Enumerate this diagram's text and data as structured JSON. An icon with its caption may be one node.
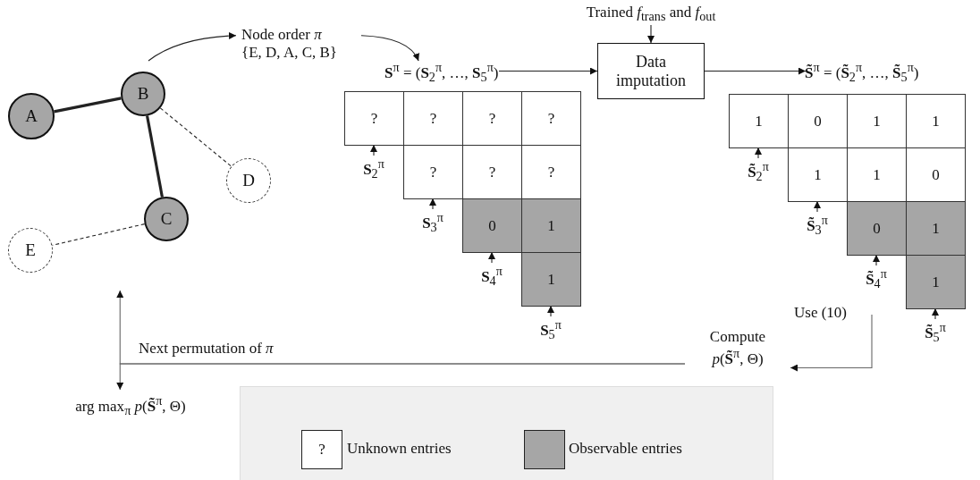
{
  "diagram": {
    "nodes": [
      {
        "text": [
          "A"
        ]
      },
      {
        "text": [
          "B"
        ]
      },
      {
        "text": [
          "C"
        ]
      },
      {
        "text": [
          "D"
        ]
      },
      {
        "text": [
          "E"
        ]
      },
      {
        "text": [
          "Node order *π* {E, D, A, C, B}"
        ]
      },
      {
        "text": [
          "**S**$^{π}$ = (**S**$_{2}$$^{π}$, …, **S**$_{5}$$^{π}$)"
        ]
      },
      {
        "text": [
          "?"
        ]
      },
      {
        "text": [
          "?"
        ]
      },
      {
        "text": [
          "?"
        ]
      },
      {
        "text": [
          "?"
        ]
      },
      {
        "text": [
          "?"
        ]
      },
      {
        "text": [
          "?"
        ]
      },
      {
        "text": [
          "?"
        ]
      },
      {
        "text": [
          "0"
        ]
      },
      {
        "text": [
          "1"
        ]
      },
      {
        "text": [
          "1"
        ]
      },
      {
        "text": [
          "**S**$_{2}$$^{π}$"
        ]
      },
      {
        "text": [
          "**S**$_{3}$$^{π}$"
        ]
      },
      {
        "text": [
          "**S**$_{4}$$^{π}$"
        ]
      },
      {
        "text": [
          "**S**$_{5}$$^{π}$"
        ]
      },
      {
        "text": [
          "Trained *f*$_{trans}$ and *f*$_{out}$"
        ]
      },
      {
        "text": [
          "Data imputation"
        ]
      },
      {
        "text": [
          "**S̃**$^{π}$ = (**S̃**$_{2}$$^{π}$, …, **S̃**$_{5}$$^{π}$)"
        ]
      },
      {
        "text": [
          "1"
        ]
      },
      {
        "text": [
          "0"
        ]
      },
      {
        "text": [
          "1"
        ]
      },
      {
        "text": [
          "1"
        ]
      },
      {
        "text": [
          "1"
        ]
      },
      {
        "text": [
          "1"
        ]
      },
      {
        "text": [
          "0"
        ]
      },
      {
        "text": [
          "0"
        ]
      },
      {
        "text": [
          "1"
        ]
      },
      {
        "text": [
          "1"
        ]
      },
      {
        "text": [
          "**S̃**$_{2}$$^{π}$"
        ]
      },
      {
        "text": [
          "**S̃**$_{3}$$^{π}$"
        ]
      },
      {
        "text": [
          "**S̃**$_{4}$$^{π}$"
        ]
      },
      {
        "text": [
          "**S̃**$_{5}$$^{π}$"
        ]
      },
      {
        "text": [
          "Compute *p*(**S̃**$^{π}$, Θ)"
        ]
      },
      {
        "text": [
          "arg max$_{π}$ *p*(**S̃**$^{π}$, Θ)"
        ]
      }
    ],
    "edges": [
      {
        "from": 0,
        "to": 1,
        "arrow": "none",
        "style": "thick"
      },
      {
        "from": 1,
        "to": 2,
        "arrow": "none",
        "style": "thick"
      },
      {
        "from": 1,
        "to": 3,
        "arrow": "none",
        "style": "dashed"
      },
      {
        "from": 2,
        "to": 4,
        "arrow": "none",
        "style": "dashed"
      },
      {
        "from": 1,
        "to": 5,
        "arrow": "to"
      },
      {
        "from": 5,
        "to": 6,
        "arrow": "to"
      },
      {
        "from": 6,
        "to": 22,
        "arrow": "to"
      },
      {
        "from": 21,
        "to": 22,
        "arrow": "to"
      },
      {
        "from": 22,
        "to": 23,
        "arrow": "to"
      },
      {
        "from": 17,
        "to": 7,
        "arrow": "to"
      },
      {
        "from": 18,
        "to": 11,
        "arrow": "to"
      },
      {
        "from": 19,
        "to": 14,
        "arrow": "to"
      },
      {
        "from": 20,
        "to": 16,
        "arrow": "to"
      },
      {
        "from": 34,
        "to": 24,
        "arrow": "to"
      },
      {
        "from": 35,
        "to": 28,
        "arrow": "to"
      },
      {
        "from": 36,
        "to": 31,
        "arrow": "to"
      },
      {
        "from": 37,
        "to": 33,
        "arrow": "to"
      },
      {
        "from": null,
        "to": 38,
        "arrow": "to",
        "label": "Use (10)"
      },
      {
        "from": 38,
        "to": 39,
        "arrow": "to",
        "label": "Next permutation of *π*"
      },
      {
        "from": 38,
        "to": null,
        "arrow": "to"
      }
    ],
    "labels": [
      "?"
    ],
    "legend": [
      {
        "text": "Unknown entries"
      },
      {
        "text": "Observable entries",
        "color": "#a6a6a6"
      }
    ]
  }
}
